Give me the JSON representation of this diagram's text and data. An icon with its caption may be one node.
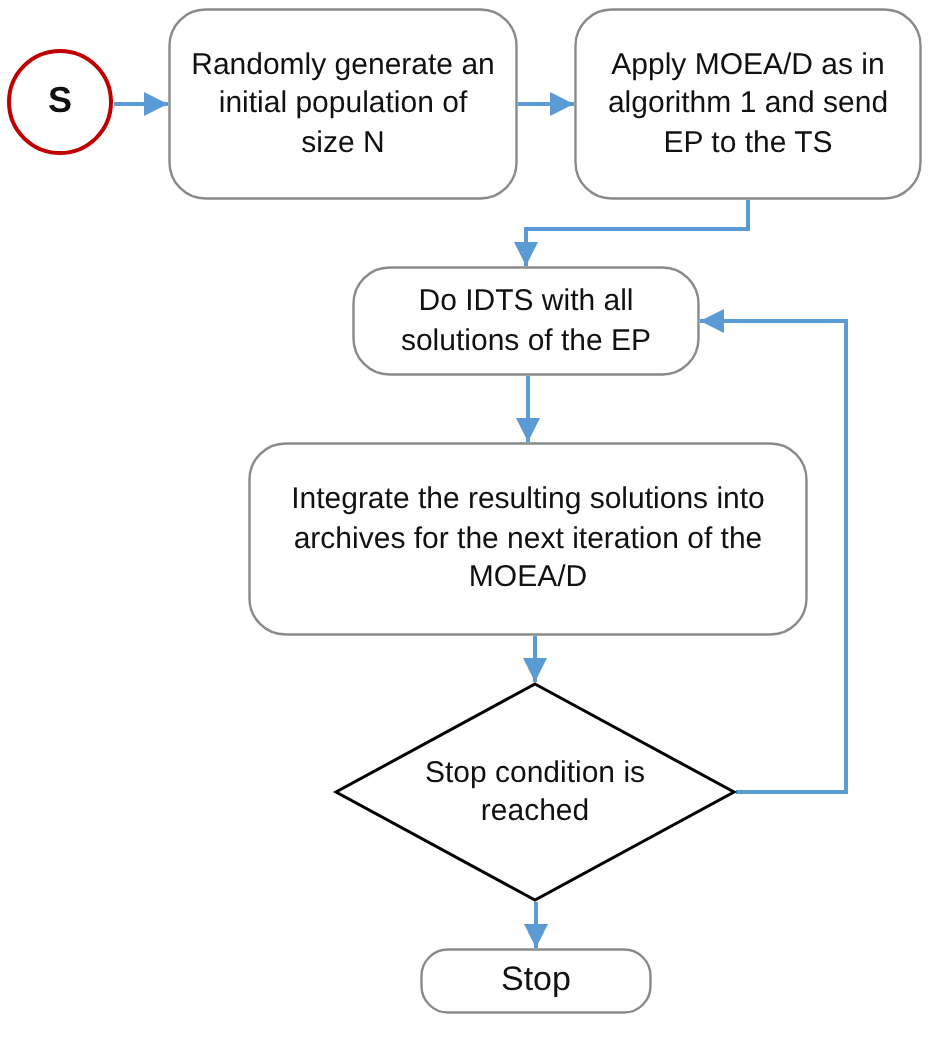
{
  "diagram": {
    "nodes": [
      {
        "text": [
          "S"
        ]
      },
      {
        "text": [
          "Randomly generate an initial population of size N"
        ]
      },
      {
        "text": [
          "Apply MOEA/D as in algorithm 1 and send EP to the TS"
        ]
      },
      {
        "text": [
          "Do IDTS with all solutions of the EP"
        ]
      },
      {
        "text": [
          "Integrate the resulting solutions into archives for the next iteration of the MOEA/D"
        ]
      },
      {
        "text": [
          "Stop condition is reached"
        ]
      },
      {
        "text": [
          "Stop"
        ]
      }
    ],
    "edges": [
      {
        "from": 0,
        "to": 1,
        "arrow": "to"
      },
      {
        "from": 1,
        "to": 2,
        "arrow": "to"
      },
      {
        "from": 2,
        "to": 3,
        "arrow": "to"
      },
      {
        "from": 3,
        "to": 4,
        "arrow": "to"
      },
      {
        "from": 4,
        "to": 5,
        "arrow": "to"
      },
      {
        "from": 5,
        "to": 3,
        "arrow": "to"
      },
      {
        "from": 5,
        "to": 6,
        "arrow": "to"
      }
    ]
  }
}
